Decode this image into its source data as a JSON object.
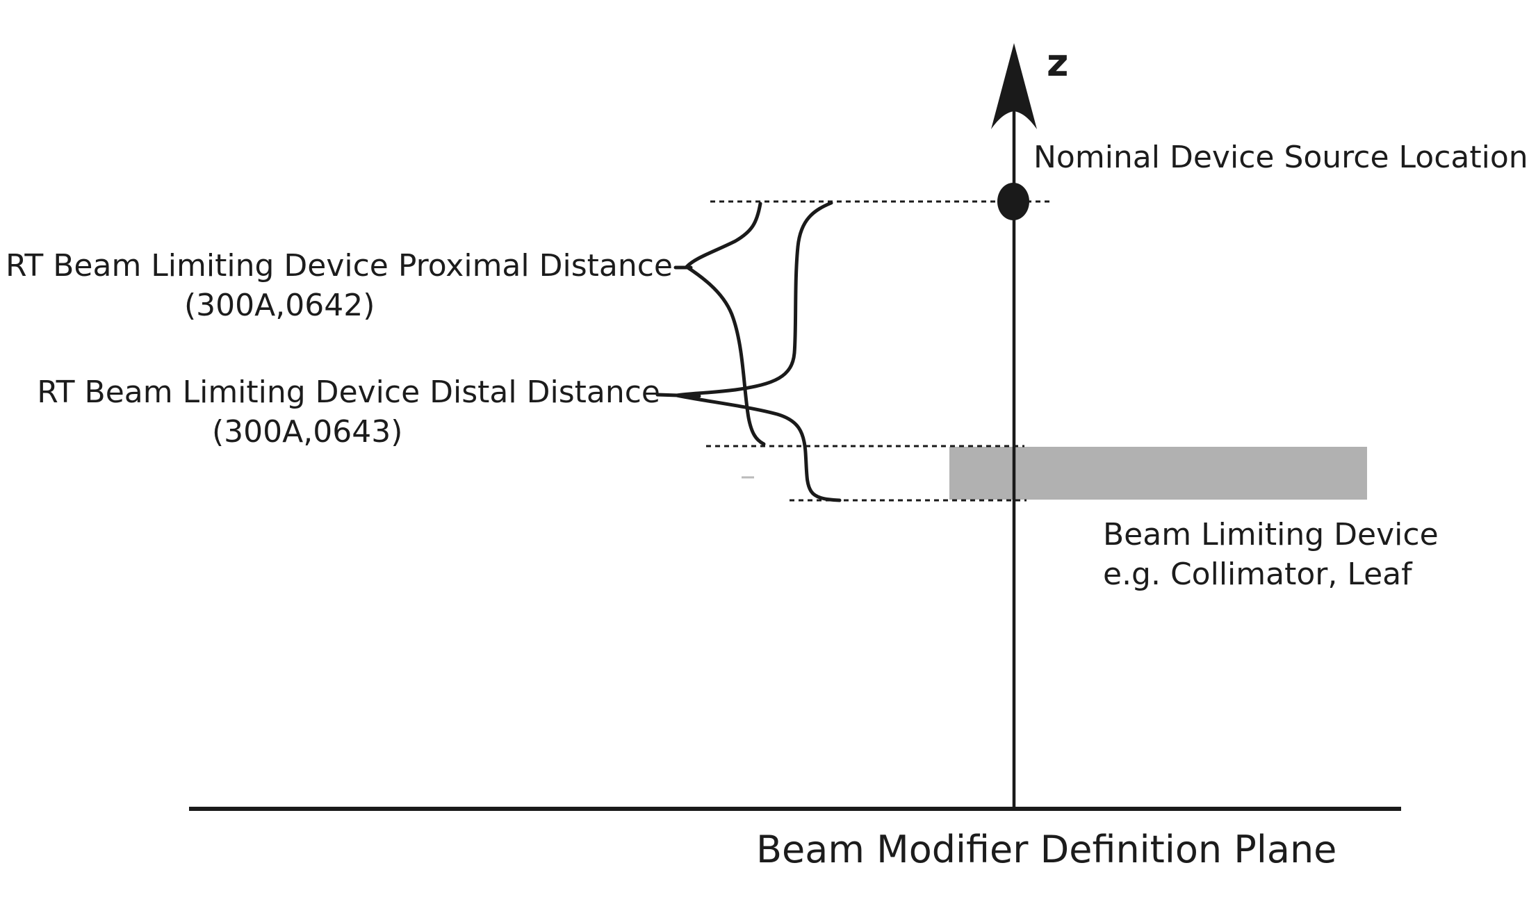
{
  "diagram": {
    "title": "RT Beam Limiting Device distance definition diagram",
    "axis_label": "z",
    "source_label": "Nominal Device Source Location",
    "proximal": {
      "line1": "RT Beam Limiting Device Proximal Distance",
      "line2": "(300A,0642)"
    },
    "distal": {
      "line1": "RT Beam Limiting Device Distal Distance",
      "line2": "(300A,0643)"
    },
    "device": {
      "line1": "Beam Limiting Device",
      "line2": "e.g. Collimator, Leaf"
    },
    "plane_label": "Beam Modifier Definition Plane",
    "colors": {
      "line": "#1a1a1a",
      "device_fill": "#b1b1b1",
      "background": "#ffffff",
      "text": "#1c1c1c"
    }
  }
}
